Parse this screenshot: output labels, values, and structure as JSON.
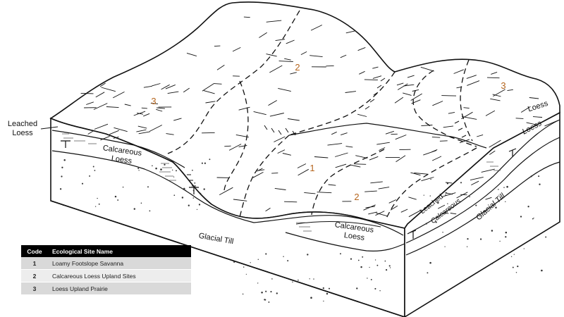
{
  "diagram": {
    "zone_numbers": [
      "3",
      "2",
      "3",
      "1",
      "2"
    ],
    "layer_labels": {
      "leached_loess_left": [
        "Leached",
        "Loess"
      ],
      "calcareous_loess_left": [
        "Calcareous",
        "Loess"
      ],
      "glacial_till_front": "Glacial Till",
      "calcareous_loess_front": [
        "Calcareous",
        "Loess"
      ],
      "leached_right": "Leached",
      "calcareous_right": "Calcareous",
      "glacial_till_right": "Glacial Till",
      "loess_right_upper": "Loess",
      "loess_right_lower": "Loess"
    },
    "zone_number_color": "#b5651d"
  },
  "legend": {
    "headers": {
      "code": "Code",
      "name": "Ecological Site Name"
    },
    "rows": [
      {
        "code": "1",
        "name": "Loamy Footslope Savanna"
      },
      {
        "code": "2",
        "name": "Calcareous Loess Upland Sites"
      },
      {
        "code": "3",
        "name": "Loess Upland Prairie"
      }
    ]
  }
}
